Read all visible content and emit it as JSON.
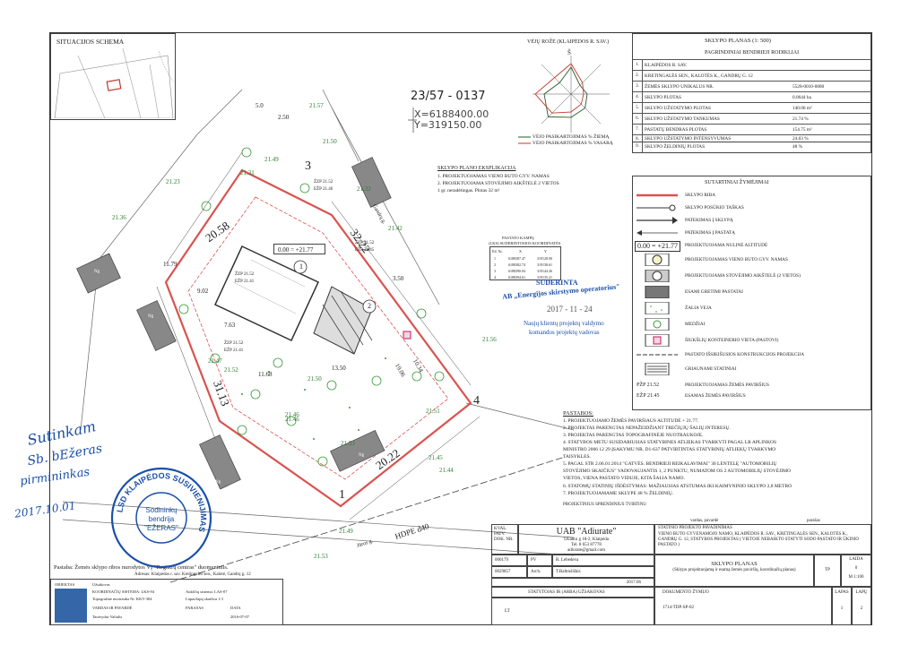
{
  "situation_schema": {
    "title": "SITUACIJOS SCHEMA"
  },
  "wind_rose": {
    "title": "VĖJŲ ROŽĖ (KLAIPĖDOS R. SAV.)",
    "north": "Š",
    "legend_winter": "VĖJO PASIKARTOJIMAS % ŽIEMĄ",
    "legend_summer": "VĖJO PASIKARTOJIMAS % VASARĄ",
    "colors": {
      "winter": "#2a5a2a",
      "summer": "#c0392b"
    }
  },
  "coordinates": {
    "grid": "23/57 - 0137",
    "x": "X=6188400.00",
    "y": "Y=319150.00"
  },
  "explication": {
    "title": "SKLYPO PLANO EKSPLIKACIJA",
    "items": [
      "1. PROJEKTUOJAMAS VIENO BUTO GYV. NAMAS",
      "2. PROJEKTUOJAMA STOVĖJIMO AIKŠTELĖ 2 VIETOS",
      "1 gr. neradėtingas. Plotas 32 m²"
    ]
  },
  "stake_table": {
    "title": "PASTATO KAMPŲ",
    "subtitle": "(LKS) SUDERINTOSIOS KOORDINATĖS",
    "headers": [
      "Eil. Nr.",
      "X",
      "Y"
    ],
    "rows": [
      [
        "1",
        "6188387.47",
        "319128.90"
      ],
      [
        "2",
        "6188382.74",
        "319138.61"
      ],
      [
        "3",
        "6188390.04",
        "319144.36"
      ],
      [
        "4",
        "6188394.61",
        "319135.21"
      ]
    ]
  },
  "plan": {
    "dims": [
      "20.58",
      "32.22",
      "31.13",
      "20.22",
      "11.79",
      "9.02",
      "7.63",
      "13.50",
      "19.06",
      "10.34",
      "11.68",
      "3.50",
      "2.50",
      "5.0"
    ],
    "elevations": [
      "21.57",
      "21.50",
      "21.49",
      "21.23",
      "21.36",
      "21.32",
      "21.42",
      "21.56",
      "21.46",
      "21.50",
      "21.51",
      "21.53",
      "21.45",
      "21.44",
      "21.49",
      "21.53",
      "21.47",
      "21.46",
      "21.31",
      "21.52"
    ],
    "zero_label": "0.00 = +21.77",
    "corners": [
      "1",
      "2",
      "3",
      "4"
    ],
    "zp": [
      "ŽZP 21.52",
      "EŽP 21.45",
      "ŽZP 21.52",
      "EŽP 21.46",
      "ŽZP 21.52",
      "EŽP 21.41",
      "ŽZP 21.52",
      "EŽP 21.41"
    ],
    "street_gandru": "Gandrų g.",
    "street_juros": "Jūros g.",
    "hdpe": "HDPE d40",
    "bldg_labels": [
      "1",
      "2"
    ],
    "ng_labels": [
      "Ng",
      "Ng",
      "Ng",
      "Ng"
    ]
  },
  "suderinta": {
    "title": "SUDERINTA",
    "org": "AB „Energijos skirstymo operatorius\"",
    "date": "2017 - 11 - 24",
    "line1": "Naujų klientų projektų valdymo",
    "line2": "komandos projektų vadovas"
  },
  "plan_header": {
    "title": "SKLYPO PLANAS (1: 500)",
    "subtitle": "PAGRINDINIAI BENDRIEJI RODIKLIAI"
  },
  "indicators": [
    {
      "n": "1.",
      "label": "KLAIPĖDOS R. SAV.",
      "value": ""
    },
    {
      "n": "2.",
      "label": "KRETINGALĖS SEN., KALOTĖS K., GANDRŲ G. 12",
      "value": ""
    },
    {
      "n": "3.",
      "label": "ŽEMĖS SKLYPO UNIKALUS NR.",
      "value": "5528-0010-0080"
    },
    {
      "n": "4.",
      "label": "SKLYPO PLOTAS",
      "value": "0.0644 ha"
    },
    {
      "n": "5.",
      "label": "SKLYPO UŽSTATYMO PLOTAS",
      "value": "140.00 m²"
    },
    {
      "n": "6.",
      "label": "SKLYPO UŽSTATYMO TANKUMAS",
      "value": "21.74 %"
    },
    {
      "n": "7.",
      "label": "PASTATŲ BENDRAS PLOTAS",
      "value": "154.75 m²"
    },
    {
      "n": "8.",
      "label": "SKLYPO UŽSTATYMO INTENSYVUMAS",
      "value": "24.03 %"
    },
    {
      "n": "9.",
      "label": "SKLYPO ŽELDINIŲ PLOTAS",
      "value": "48 %"
    }
  ],
  "legend": {
    "title": "SUTARTINIAI ŽYMĖJIMAI",
    "items": [
      "SKLYPO RIBA",
      "SKLYPO POSŪKIO TAŠKAS",
      "PATEKIMAS Į SKLYPĄ",
      "PATEKIMAS Į PASTATĄ",
      "PROJEKTUOJAMA NULINĖ ALTITUDĖ",
      "PROJEKTUOJAMAS VIENO BUTO GYV. NAMAS",
      "PROJEKTUOJAMA STOVĖJIMO AIKŠTELĖ (2 VIETOS)",
      "ESAMI GRETIMI PASTATAI",
      "ŽALIA VEJA",
      "MEDŽIAI",
      "ŠIUKŠLIŲ KONTEINERIO VIETA (PASTOVI)",
      "PASTATO IŠSIKIŠUSIOS KONSTRUKCIJOS PROJEKCIJA",
      "GRIAUNAMI STATINIAI",
      "PROJEKTUOJAMAS ŽEMĖS PAVIRŠIUS",
      "ESAMAS ŽEMĖS PAVIRŠIUS"
    ],
    "zero": "0.00 = +21.77",
    "zp": "PŽP 21.52",
    "ezp": "EŽP 21.45"
  },
  "notes": {
    "title": "PASTABOS:",
    "items": [
      "1. PROJEKTUOJAMO ŽEMĖS PAVIRŠIAUS ALTITUDĖ + 21.77.",
      "2. PROJEKTAS PARENGTAS NEPAŽEIDŽIANT TREČIŲJŲ ŠALIŲ INTERESŲ.",
      "3. PROJEKTAS PARENGTAS TOPOGRAFINĖJE NUOTRAUKOJE.",
      "4. STATYBOS METU SUSIDARIUSIAS STATYBINES ATLIEKAS TVARKYTI PAGAL LR APLINKOS",
      "MINISTRO 2006 12 29 ĮSAKYMU NR. D1-637 PATVIRTINTAS STATYBINIŲ ATLIEKŲ TVARKYMO",
      "TAISYKLES.",
      "5. PAGAL STR 2.06.01:2014 \"GATVĖS. BENDRIEJI REIKALAVIMAI\" 30 LENTELĘ \"AUTOMOBILIŲ",
      "STOVĖJIMO SKAIČIUS\" VADOVAUJANTIS 1, 2 PUNKTU, NUMATOM OS 2 AUTOMOBILIŲ STOVĖJIMO",
      "VIETOS, VIENA PASTATO VIDUJE, KITA ŠALIA NAMO.",
      "6. STATOMŲ STATINIŲ IŠDĖSTYMAS: MAŽIAUSIAS ATSTUMAS IKI KAIMYNINIO SKLYPO   2,8 METRO",
      "7. PROJEKTUOJAMAME SKLYPE  48 % ŽELDINIŲ."
    ]
  },
  "title_block": {
    "sprendiniai": "PROJEKTINIUS SPRENDINIUS TVIRTINU",
    "vardas": "vardas, pavardė",
    "parasas": "parašas",
    "kval": "KVAL. PATV. DOK. NR.",
    "company": "UAB \"Adiurate\"",
    "company_addr": "I.Kanto g 18-2, Klaipėda",
    "company_tel": "Tel. 8 653 87778",
    "company_mail": "adiurate@gmail.com",
    "object_title": "STATINIO PROJEKTO PAVADINIMAS",
    "object_text": "VIENO BUTO GYVENAMOJO NAMO, KLAIPĖDOS R. SAV., KRETINGALĖS SEN., KALOTĖS K., GANDRŲ G. 12, STATYBOS PROJEKTAS ( VIETOJE NEBAIKTO STATYTI SODO PASTATO IR ŪKINIO PASTATO )",
    "people": [
      {
        "nr": "000179",
        "role": "PV",
        "name": "R. Lebedeva"
      },
      {
        "nr": "0029857",
        "role": "Arch.",
        "name": "T.Baltrušiškis"
      }
    ],
    "date": "2017.06",
    "sheet_title": "SKLYPO PLANAS",
    "sheet_sub": "(Sklypo projektuojamą ir esamą žemės paviršių, koordinačių planas)",
    "stage": "TP",
    "scale": "M 1:100",
    "laida_label": "LAIDA",
    "laida": "0",
    "stage_row": "STATYTOJAS IR (ARBA) UŽSAKOVAS",
    "lt": "LT",
    "doc_label": "DOKUMENTO ŽYMUO",
    "doc": "1714-TDP-SP-02",
    "lapas_label": "LAPAS",
    "lapu_label": "LAPŲ",
    "lapas": "1",
    "lapu": "2"
  },
  "bottom_left": {
    "note": "Pastaba: Žemės sklypo ribos nurodytos VĮ \"Registrų centras\" duomenimis.",
    "addr": "Adresas: Klaipėdos r. sav. Kretingalės sen., Kalotė, Gandrų g. 12",
    "rows": [
      "OBJEKTAS",
      "KOORDINAČIŲ SISTEMA: LKS-94",
      "Topografinė nuotrauka Nr. KKV-304",
      "VARDAS IR PAVARDĖ",
      "Tautvydas Valiulis"
    ],
    "parasas": "PARAŠAS",
    "data_label": "DATA",
    "data": "2016-07-07",
    "aukst": "Aukščių sistema: LAS-07",
    "lapas": "Lapas/lapų skaičius 1/1",
    "uzsak": "Užsakovas"
  },
  "stamp": {
    "outer": "LSD KLAIPĖDOS SUSIVIENIJIMAS",
    "inner1": "Sodininkų",
    "inner2": "bendrija",
    "inner3": "\"EŽERAS\"",
    "handwriting1": "Sutinkam",
    "handwriting2": "Sb. bEžeras",
    "handwriting3": "pirmininkas",
    "hand_date": "2017.10.01"
  }
}
